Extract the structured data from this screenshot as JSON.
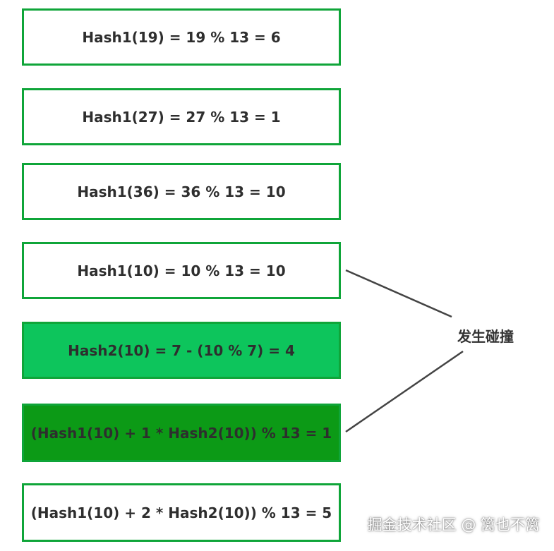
{
  "boxes": [
    {
      "text": "Hash1(19) = 19 % 13 = 6"
    },
    {
      "text": "Hash1(27) = 27 % 13 = 1"
    },
    {
      "text": "Hash1(36) = 36 % 13 = 10"
    },
    {
      "text": "Hash1(10) = 10 % 13 = 10"
    },
    {
      "text": "Hash2(10) = 7 - (10 % 7) = 4"
    },
    {
      "text": "(Hash1(10) + 1 * Hash2(10)) % 13 = 1"
    },
    {
      "text": "(Hash1(10) + 2 * Hash2(10)) % 13 = 5"
    }
  ],
  "collision_label": "发生碰撞",
  "watermark": "掘金技术社区 @ 篱也不篱",
  "colors": {
    "border_green": "#0fa539",
    "fill_light_green": "#0dc55c",
    "fill_dark_green": "#0c9a16",
    "text": "#2e2e2e",
    "connector": "#444444"
  }
}
